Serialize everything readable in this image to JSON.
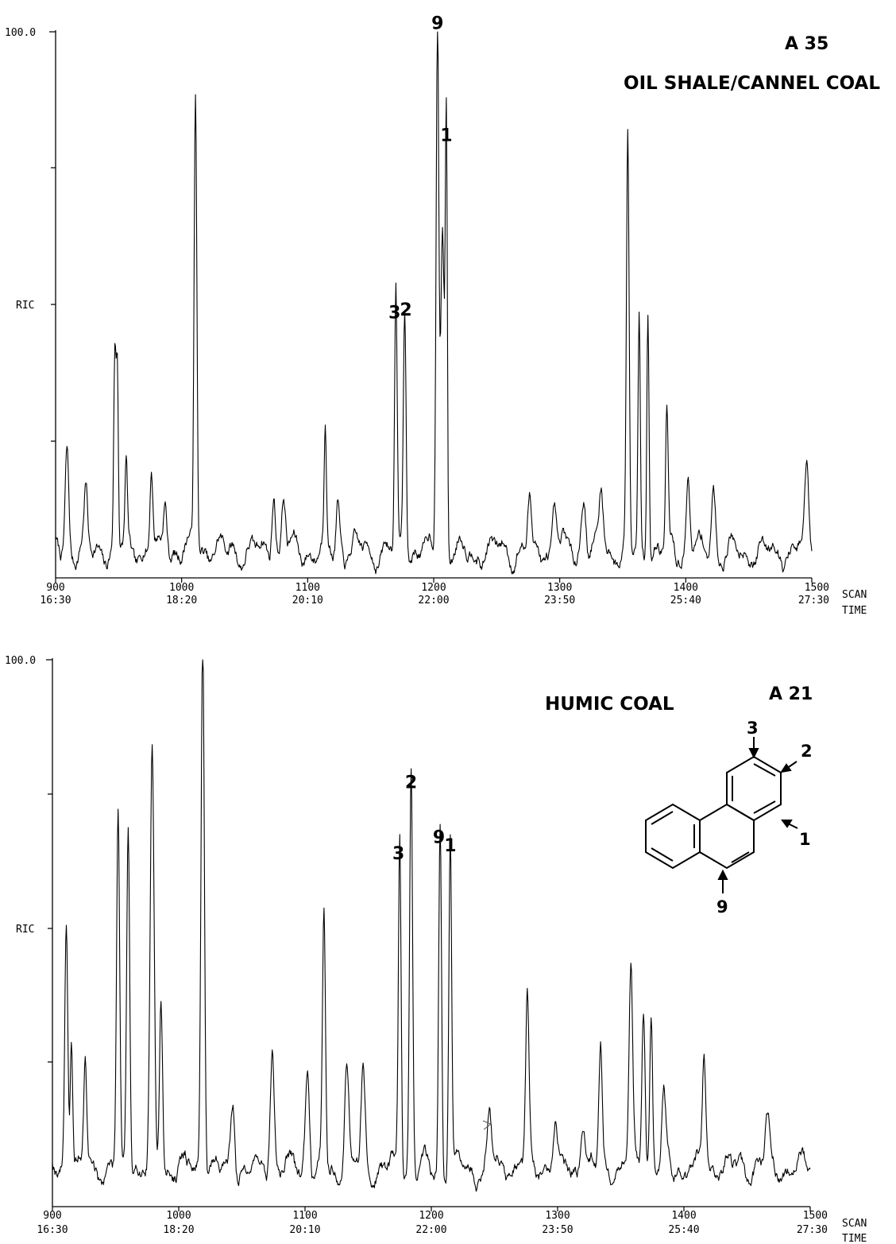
{
  "chart_data": [
    {
      "type": "line",
      "title": "OIL SHALE/CANNEL COAL",
      "sample_id": "A 35",
      "ylabel": "RIC",
      "ymax_label": "100.0",
      "xlabel": "SCAN",
      "xlabel2": "TIME",
      "xlim": [
        900,
        1500
      ],
      "ylim": [
        0,
        100
      ],
      "x_ticks": [
        900,
        1000,
        1100,
        1200,
        1300,
        1400,
        1500
      ],
      "time_ticks": [
        "16:30",
        "18:20",
        "20:10",
        "22:00",
        "23:50",
        "25:40",
        "27:30"
      ],
      "grid": false,
      "baseline": 5,
      "peaks": [
        {
          "x": 909,
          "y": 19,
          "w": 1.4
        },
        {
          "x": 924,
          "y": 10,
          "w": 1.3
        },
        {
          "x": 947,
          "y": 35,
          "w": 0.9
        },
        {
          "x": 949,
          "y": 32,
          "w": 0.8
        },
        {
          "x": 956,
          "y": 15,
          "w": 1.0
        },
        {
          "x": 976,
          "y": 15,
          "w": 1.1
        },
        {
          "x": 987,
          "y": 10,
          "w": 1.5
        },
        {
          "x": 1011,
          "y": 83,
          "w": 1.1
        },
        {
          "x": 1073,
          "y": 12,
          "w": 1.4
        },
        {
          "x": 1081,
          "y": 10,
          "w": 1.5
        },
        {
          "x": 1114,
          "y": 22,
          "w": 0.9
        },
        {
          "x": 1124,
          "y": 9,
          "w": 1.3
        },
        {
          "x": 1170,
          "y": 46,
          "w": 1.0
        },
        {
          "x": 1177,
          "y": 45,
          "w": 1.1
        },
        {
          "x": 1203,
          "y": 98,
          "w": 1.1
        },
        {
          "x": 1207,
          "y": 60,
          "w": 1.4
        },
        {
          "x": 1210,
          "y": 78,
          "w": 0.8
        },
        {
          "x": 1276,
          "y": 9,
          "w": 1.3
        },
        {
          "x": 1296,
          "y": 8,
          "w": 1.4
        },
        {
          "x": 1319,
          "y": 11,
          "w": 1.8
        },
        {
          "x": 1333,
          "y": 11,
          "w": 1.5
        },
        {
          "x": 1354,
          "y": 76,
          "w": 1.1
        },
        {
          "x": 1363,
          "y": 43,
          "w": 0.9
        },
        {
          "x": 1370,
          "y": 46,
          "w": 0.9
        },
        {
          "x": 1385,
          "y": 24,
          "w": 1.0
        },
        {
          "x": 1402,
          "y": 15,
          "w": 1.3
        },
        {
          "x": 1422,
          "y": 12,
          "w": 1.5
        },
        {
          "x": 1496,
          "y": 14,
          "w": 1.4
        }
      ],
      "annotations": [
        {
          "label": "9",
          "x": 1203,
          "y": 100.5
        },
        {
          "label": "1",
          "x": 1210,
          "y": 80
        },
        {
          "label": "3",
          "x": 1169,
          "y": 47.5
        },
        {
          "label": "2",
          "x": 1178,
          "y": 48
        }
      ]
    },
    {
      "type": "line",
      "title": "HUMIC COAL",
      "sample_id": "A 21",
      "ylabel": "RIC",
      "ymax_label": "100.0",
      "xlabel": "SCAN",
      "xlabel2": "TIME",
      "xlim": [
        900,
        1500
      ],
      "ylim": [
        0,
        100
      ],
      "x_ticks": [
        900,
        1000,
        1100,
        1200,
        1300,
        1400,
        1500
      ],
      "time_ticks": [
        "16:30",
        "18:20",
        "20:10",
        "22:00",
        "23:50",
        "25:40",
        "27:30"
      ],
      "grid": false,
      "baseline": 7,
      "peaks": [
        {
          "x": 911,
          "y": 47,
          "w": 1.2
        },
        {
          "x": 915,
          "y": 25,
          "w": 1.0
        },
        {
          "x": 926,
          "y": 19,
          "w": 1.2
        },
        {
          "x": 952,
          "y": 65,
          "w": 1.2
        },
        {
          "x": 960,
          "y": 63,
          "w": 1.2
        },
        {
          "x": 979,
          "y": 74,
          "w": 1.5
        },
        {
          "x": 986,
          "y": 32,
          "w": 1.2
        },
        {
          "x": 1019,
          "y": 100,
          "w": 1.3
        },
        {
          "x": 1043,
          "y": 13,
          "w": 1.6
        },
        {
          "x": 1074,
          "y": 22,
          "w": 1.6
        },
        {
          "x": 1102,
          "y": 20,
          "w": 1.6
        },
        {
          "x": 1115,
          "y": 47,
          "w": 1.2
        },
        {
          "x": 1133,
          "y": 20,
          "w": 1.6
        },
        {
          "x": 1146,
          "y": 17,
          "w": 1.6
        },
        {
          "x": 1175,
          "y": 61,
          "w": 1.1
        },
        {
          "x": 1184,
          "y": 74,
          "w": 1.2
        },
        {
          "x": 1207,
          "y": 64,
          "w": 1.1
        },
        {
          "x": 1215,
          "y": 62,
          "w": 1.1
        },
        {
          "x": 1246,
          "y": 11,
          "w": 1.6
        },
        {
          "x": 1276,
          "y": 31,
          "w": 1.3
        },
        {
          "x": 1298,
          "y": 9,
          "w": 1.6
        },
        {
          "x": 1320,
          "y": 11,
          "w": 1.8
        },
        {
          "x": 1334,
          "y": 22,
          "w": 1.3
        },
        {
          "x": 1358,
          "y": 35,
          "w": 1.4
        },
        {
          "x": 1368,
          "y": 32,
          "w": 1.3
        },
        {
          "x": 1374,
          "y": 28,
          "w": 1.1
        },
        {
          "x": 1384,
          "y": 12,
          "w": 1.6
        },
        {
          "x": 1416,
          "y": 20,
          "w": 1.3
        },
        {
          "x": 1466,
          "y": 8,
          "w": 1.8
        }
      ],
      "annotations": [
        {
          "label": "2",
          "x": 1184,
          "y": 76.5
        },
        {
          "label": "3",
          "x": 1174,
          "y": 63.5
        },
        {
          "label": "9",
          "x": 1206,
          "y": 66.5
        },
        {
          "label": "1",
          "x": 1215,
          "y": 65
        }
      ]
    }
  ],
  "structure": {
    "name": "phenanthrene",
    "position_labels": [
      "3",
      "2",
      "1",
      "9"
    ]
  }
}
